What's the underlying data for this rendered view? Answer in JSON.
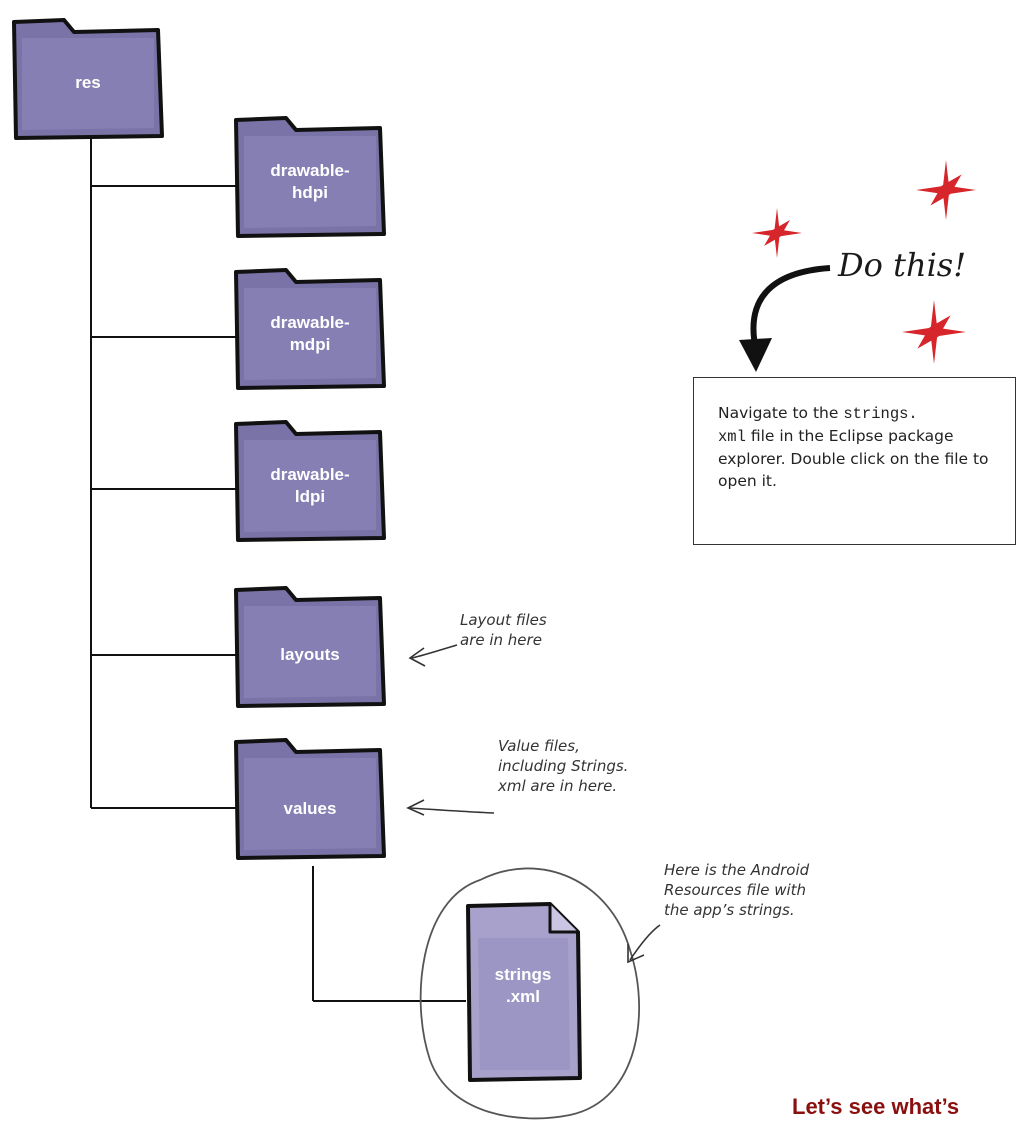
{
  "folders": {
    "root": "res",
    "drawable_hdpi": "drawable-\nhdpi",
    "drawable_mdpi": "drawable-\nmdpi",
    "drawable_ldpi": "drawable-\nldpi",
    "layouts": "layouts",
    "values": "values"
  },
  "file": {
    "name_line1": "strings",
    "name_line2": ".xml"
  },
  "notes": {
    "layout_line1": "Layout files",
    "layout_line2": "are in here",
    "values_line1": "Value files,",
    "values_line2": "including Strings.",
    "values_line3": "xml are in here.",
    "strings_line1": "Here is the Android",
    "strings_line2": "Resources file with",
    "strings_line3": "the app’s strings."
  },
  "callout": {
    "text_1": "Navigate to the ",
    "code_1": "strings.",
    "code_2": "xml",
    "text_2": " file in the Eclipse package explorer. Double click on the file to open it."
  },
  "do_this": "Do this!",
  "footer": "Let’s see what’s",
  "colors": {
    "folder_fill": "#7a73a8",
    "folder_outline": "#1a1a1a",
    "star_red": "#d7262b",
    "footer_red": "#8a0f0f"
  }
}
